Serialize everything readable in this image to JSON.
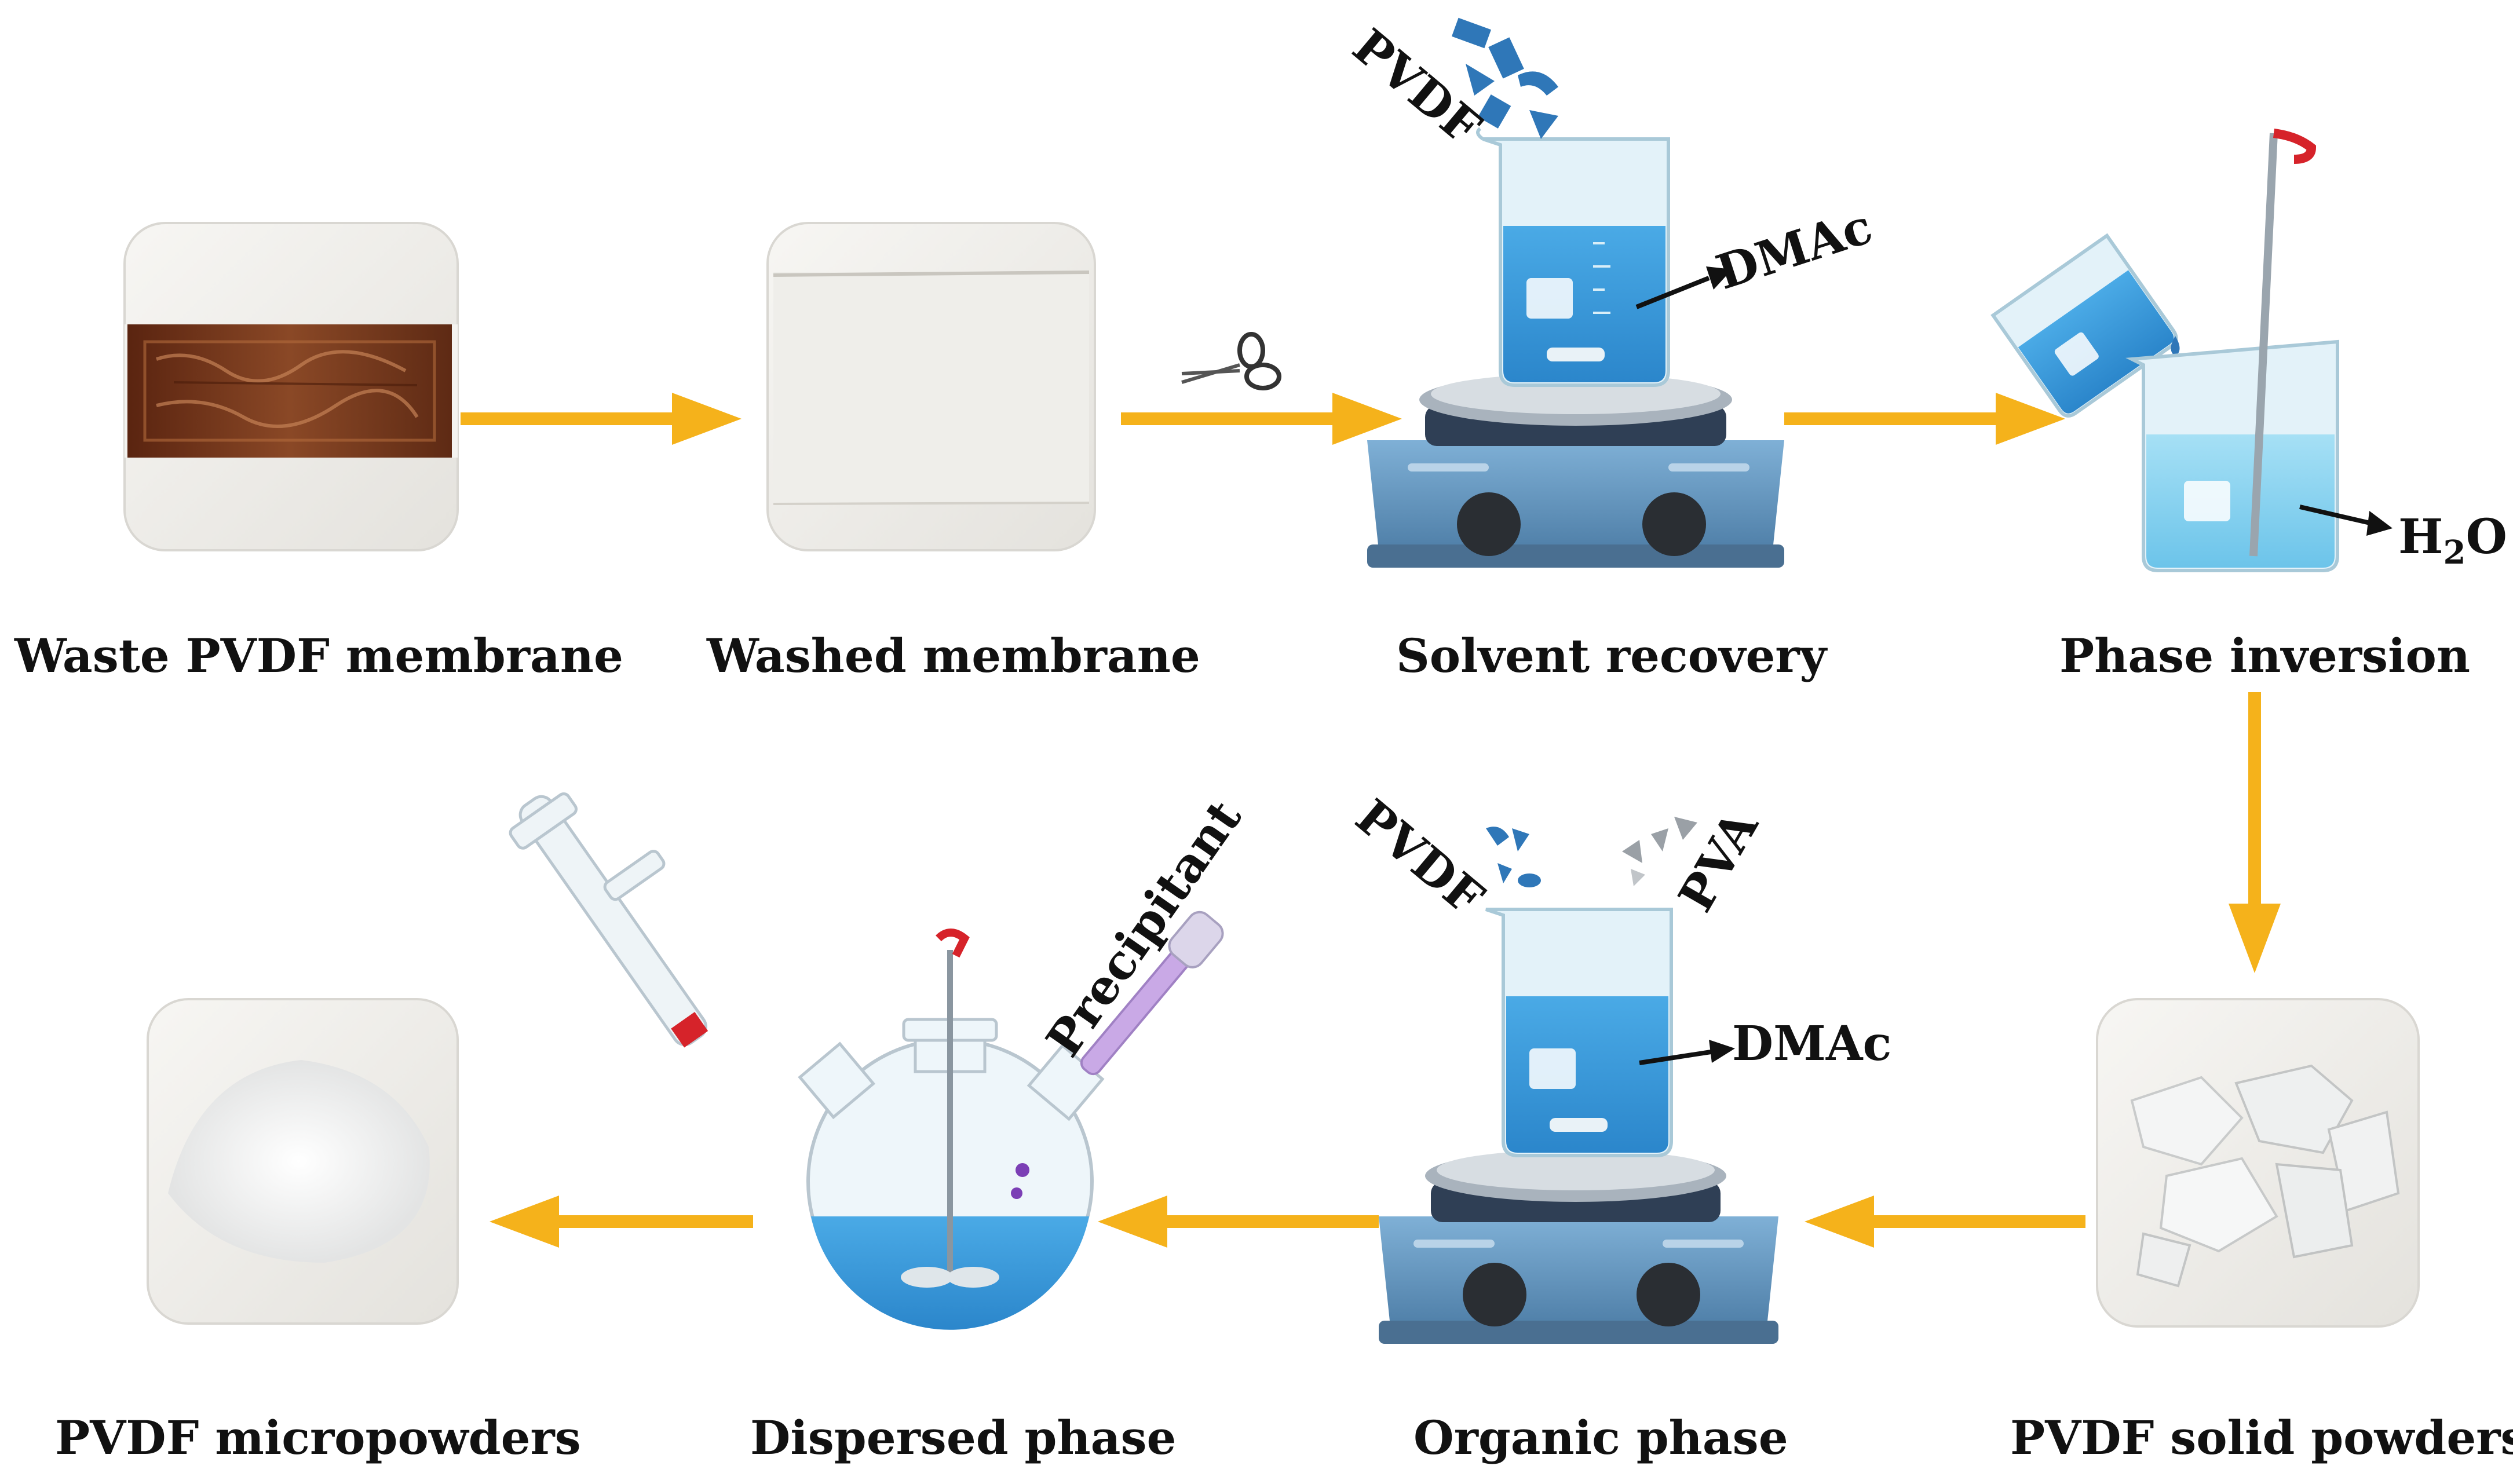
{
  "colors": {
    "arrow": "#F5B21B",
    "liquid": "#3A9BDB",
    "liquid_light": "#8FD3EE",
    "glass": "#DDEFF7",
    "stirrer_body": "#6F9FC6",
    "stirrer_top": "#2F3F55",
    "knob": "#2A2E33",
    "cap_red": "#D6232A",
    "flake": "#2F77B8",
    "flake_gray": "#9AA0A6",
    "dropper": "#C9A9E6",
    "membrane_brown": "#7A3A1E",
    "powder": "#F2F3F3"
  },
  "steps": {
    "waste": {
      "label": "Waste PVDF membrane",
      "icon": "waste-membrane-photo"
    },
    "washed": {
      "label": "Washed membrane",
      "icon": "washed-membrane-photo"
    },
    "solvent": {
      "label": "Solvent recovery",
      "icon": "beaker-on-stirrer-icon"
    },
    "phase_inversion": {
      "label": "Phase inversion",
      "icon": "pouring-beaker-icon"
    },
    "solid_powders": {
      "label": "PVDF solid powders",
      "icon": "solid-powder-photo"
    },
    "organic": {
      "label": "Organic phase",
      "icon": "beaker-on-stirrer-icon"
    },
    "dispersed": {
      "label": "Dispersed phase",
      "icon": "three-neck-flask-icon"
    },
    "micropowders": {
      "label": "PVDF micropowders",
      "icon": "micropowder-photo"
    }
  },
  "annotations": {
    "pvdf_top": "PVDF",
    "dmac_top": "DMAc",
    "h2o_main": "H",
    "h2o_sub": "2",
    "h2o_tail": "O",
    "pvdf_bottom": "PVDF",
    "pva": "PVA",
    "dmac_bottom": "DMAc",
    "precipitant": "Precipitant"
  },
  "flow": [
    "Waste PVDF membrane",
    "Washed membrane",
    "Solvent recovery",
    "Phase inversion",
    "PVDF solid powders",
    "Organic phase",
    "Dispersed phase",
    "PVDF micropowders"
  ]
}
